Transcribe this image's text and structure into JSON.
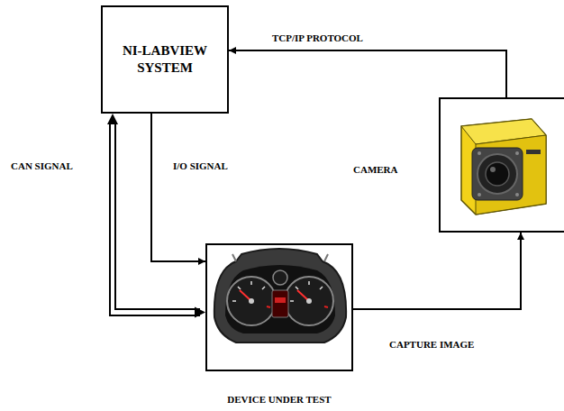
{
  "diagram": {
    "nodes": [
      {
        "text": [
          "NI-LABVIEW SYSTEM"
        ]
      },
      {
        "text": [
          "CAMERA"
        ]
      },
      {
        "text": [
          "DEVICE UNDER TEST"
        ]
      }
    ],
    "edges": [
      {
        "from": 1,
        "to": 0,
        "arrow": "to",
        "label": "TCP/IP PROTOCOL"
      },
      {
        "from": 0,
        "to": 2,
        "arrow": "to",
        "label": "I/O SIGNAL"
      },
      {
        "from": 2,
        "to": 0,
        "arrow": "both",
        "label": "CAN SIGNAL"
      },
      {
        "from": 2,
        "to": 1,
        "arrow": "to",
        "label": "CAPTURE IMAGE"
      }
    ]
  }
}
